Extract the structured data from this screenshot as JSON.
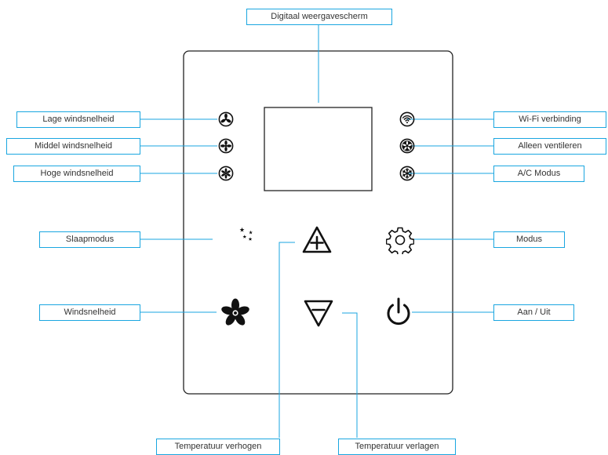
{
  "title": "Digitaal weergavescherm",
  "labels": {
    "low_speed": "Lage windsnelheid",
    "mid_speed": "Middel windsnelheid",
    "high_speed": "Hoge windsnelheid",
    "wifi": "Wi-Fi verbinding",
    "fan_only": "Alleen ventileren",
    "ac_mode": "A/C Modus",
    "sleep": "Slaapmodus",
    "mode": "Modus",
    "wind_speed": "Windsnelheid",
    "power": "Aan / Uit",
    "temp_up": "Temperatuur verhogen",
    "temp_down": "Temperatuur verlagen"
  },
  "colors": {
    "callout": "#1aa6e0",
    "panel_border": "#222222",
    "icon": "#111111"
  },
  "icons": [
    "low-fan-icon",
    "mid-fan-icon",
    "high-fan-icon",
    "wifi-icon",
    "fan-only-icon",
    "snowflake-icon",
    "sleep-moon-icon",
    "plus-triangle-icon",
    "gear-icon",
    "fan-icon",
    "minus-triangle-icon",
    "power-icon"
  ]
}
